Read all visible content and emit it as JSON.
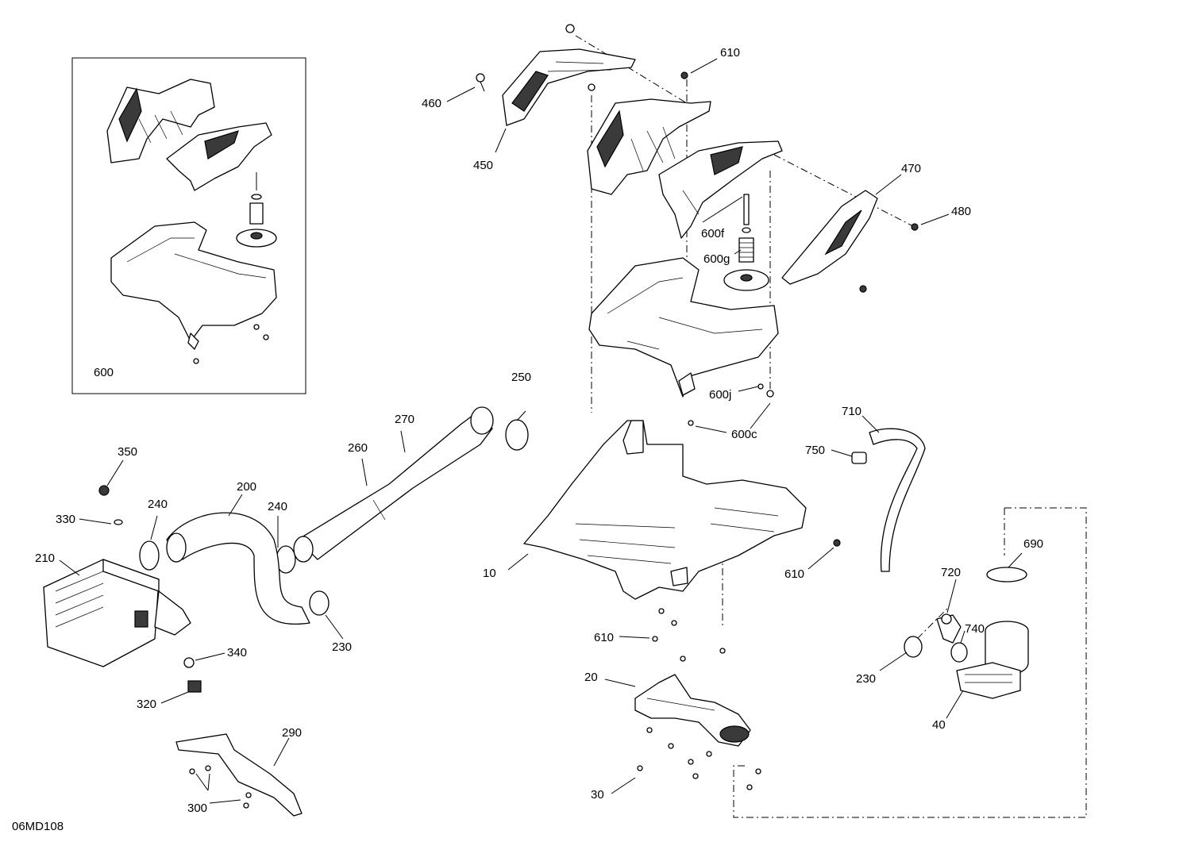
{
  "diagram_code": "06MD108",
  "callouts": {
    "c10": "10",
    "c20": "20",
    "c30": "30",
    "c40": "40",
    "c200": "200",
    "c210": "210",
    "c230a": "230",
    "c230b": "230",
    "c240a": "240",
    "c240b": "240",
    "c250": "250",
    "c260": "260",
    "c270": "270",
    "c290": "290",
    "c300": "300",
    "c320": "320",
    "c330": "330",
    "c340": "340",
    "c350": "350",
    "c450": "450",
    "c460": "460",
    "c470": "470",
    "c480": "480",
    "c600": "600",
    "c600c": "600c",
    "c600f": "600f",
    "c600g": "600g",
    "c600j": "600j",
    "c610a": "610",
    "c610b": "610",
    "c610c": "610",
    "c690": "690",
    "c710": "710",
    "c720": "720",
    "c740": "740",
    "c750": "750"
  }
}
